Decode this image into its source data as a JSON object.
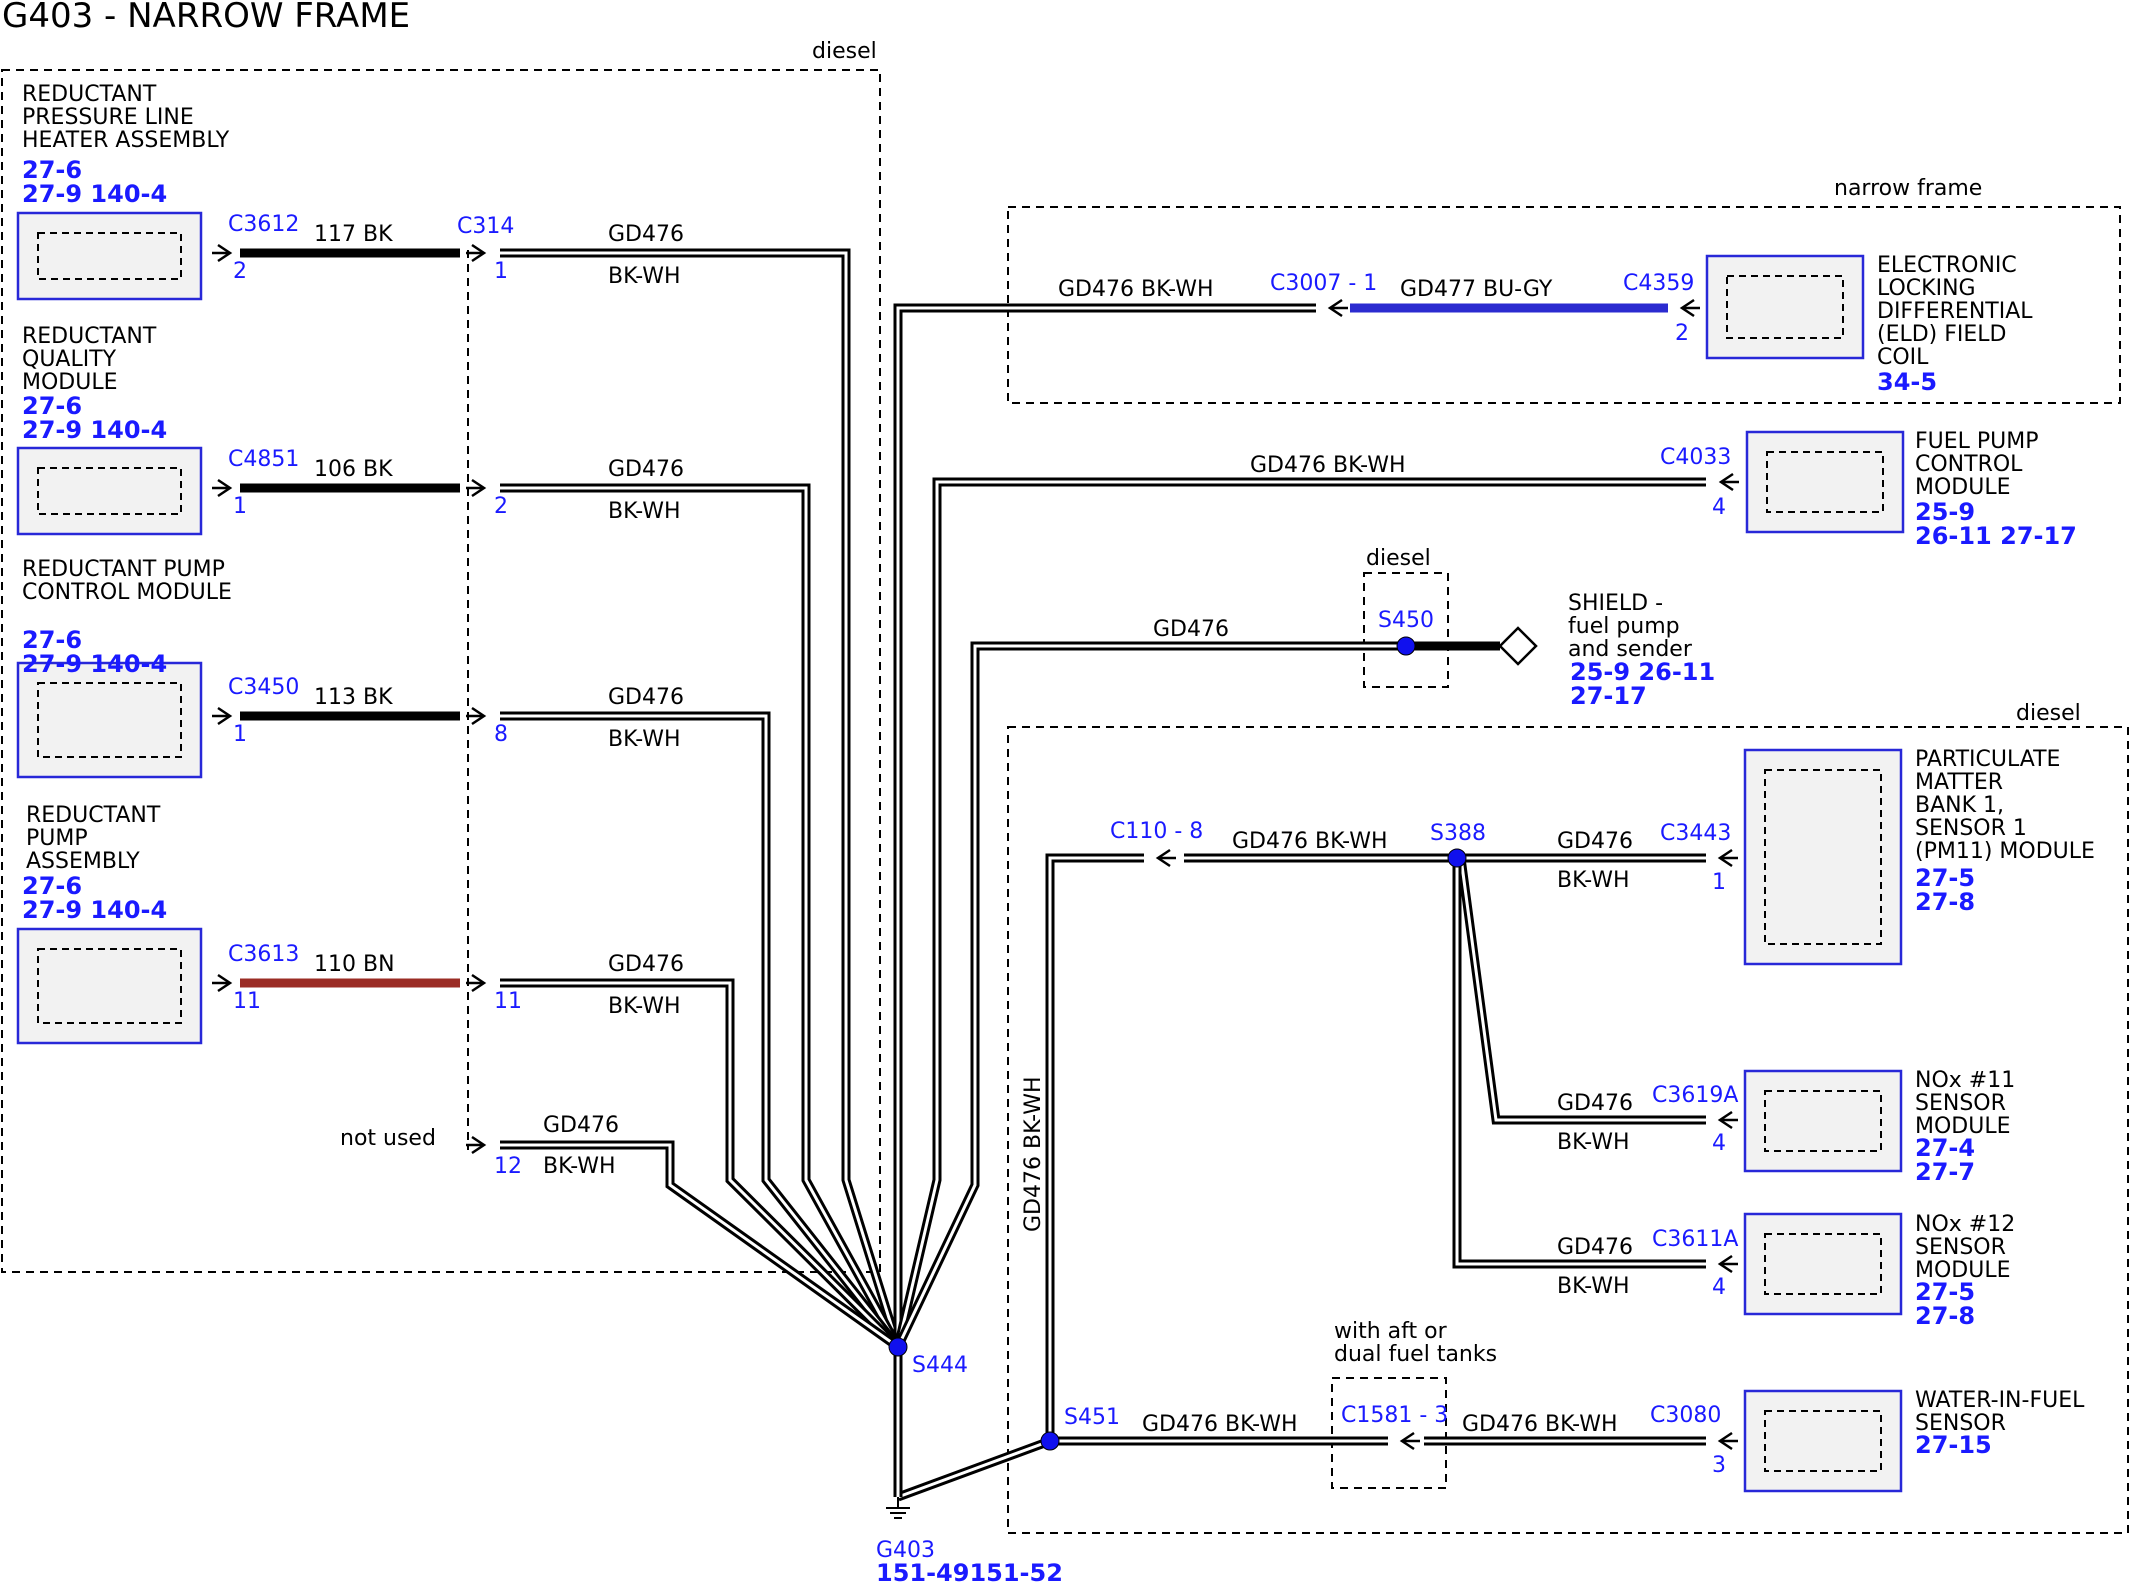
{
  "title": "G403 - NARROW FRAME",
  "colors": {
    "connector_blue": "#1a1aff",
    "wire_bk": "#000000",
    "wire_bn": "#9b2c25",
    "wire_bugy": "#2b2bd0",
    "box_border": "#2828d8"
  },
  "icons": {
    "ground": "ground-icon",
    "shield": "shield-diamond-icon",
    "connector": "connector-chevron-icon"
  },
  "regions": {
    "diesel_left": "diesel",
    "narrow_frame": "narrow frame",
    "diesel_s450": "diesel",
    "diesel_right": "diesel",
    "aft_tanks": "with aft or\ndual fuel tanks"
  },
  "left_components": [
    {
      "name": "REDUCTANT\nPRESSURE LINE\nHEATER ASSEMBLY",
      "refs": [
        "27-6",
        "27-9   140-4"
      ],
      "connector": "C3612",
      "pin": "2",
      "wire": "117  BK",
      "c314_pin": "1",
      "gd": "GD476",
      "color": "BK-WH"
    },
    {
      "name": "REDUCTANT\nQUALITY\nMODULE",
      "refs": [
        "27-6",
        "27-9   140-4"
      ],
      "connector": "C4851",
      "pin": "1",
      "wire": "106  BK",
      "c314_pin": "2",
      "gd": "GD476",
      "color": "BK-WH"
    },
    {
      "name": "REDUCTANT PUMP\nCONTROL MODULE",
      "refs": [
        "27-6",
        "27-9   140-4"
      ],
      "connector": "C3450",
      "pin": "1",
      "wire": "113  BK",
      "c314_pin": "8",
      "gd": "GD476",
      "color": "BK-WH"
    },
    {
      "name": "REDUCTANT\nPUMP\nASSEMBLY",
      "refs": [
        "27-6",
        "27-9   140-4"
      ],
      "connector": "C3613",
      "pin": "11",
      "wire": "110  BN",
      "c314_pin": "11",
      "gd": "GD476",
      "color": "BK-WH"
    }
  ],
  "c314": {
    "label": "C314",
    "not_used": "not used",
    "pin12": "12",
    "gd": "GD476",
    "color": "BK-WH"
  },
  "eld": {
    "name": "ELECTRONIC\nLOCKING\nDIFFERENTIAL\n(ELD) FIELD\nCOIL",
    "refs": [
      "34-5"
    ],
    "connector": "C4359",
    "pin": "2",
    "wire": "GD477  BU-GY",
    "inline": "C3007",
    "inline_pin": "1",
    "main_wire": "GD476  BK-WH"
  },
  "fuel_pump": {
    "name": "FUEL PUMP\nCONTROL\nMODULE",
    "refs": [
      "25-9",
      "26-11 27-17"
    ],
    "connector": "C4033",
    "pin": "4",
    "wire": "GD476  BK-WH"
  },
  "shield": {
    "splice": "S450",
    "wire": "GD476",
    "name": "SHIELD -\nfuel pump\nand sender",
    "refs": [
      "25-9      26-11",
      "27-17"
    ]
  },
  "pm_sensor": {
    "name": "PARTICULATE\nMATTER\nBANK 1,\nSENSOR 1\n(PM11) MODULE",
    "refs": [
      "27-5",
      "27-8"
    ],
    "connector": "C3443",
    "pin": "1",
    "gd": "GD476",
    "color": "BK-WH"
  },
  "nox11": {
    "name": "NOx #11\nSENSOR\nMODULE",
    "refs": [
      "27-4",
      "27-7"
    ],
    "connector": "C3619A",
    "pin": "4",
    "gd": "GD476",
    "color": "BK-WH"
  },
  "nox12": {
    "name": "NOx #12\nSENSOR\nMODULE",
    "refs": [
      "27-5",
      "27-8"
    ],
    "connector": "C3611A",
    "pin": "4",
    "gd": "GD476",
    "color": "BK-WH"
  },
  "wif": {
    "name": "WATER-IN-FUEL\nSENSOR",
    "refs": [
      "27-15"
    ],
    "connector": "C3080",
    "pin": "3",
    "wire": "GD476  BK-WH"
  },
  "s388": {
    "label": "S388",
    "c110": "C110",
    "c110_pin": "8",
    "wire_left": "GD476  BK-WH"
  },
  "s451": {
    "label": "S451",
    "vertical_wire": "GD476  BK-WH",
    "wire_right": "GD476  BK-WH",
    "c1581": "C1581",
    "c1581_pin": "3"
  },
  "s444": {
    "label": "S444"
  },
  "ground": {
    "label": "G403",
    "refs": "151-49151-52"
  }
}
